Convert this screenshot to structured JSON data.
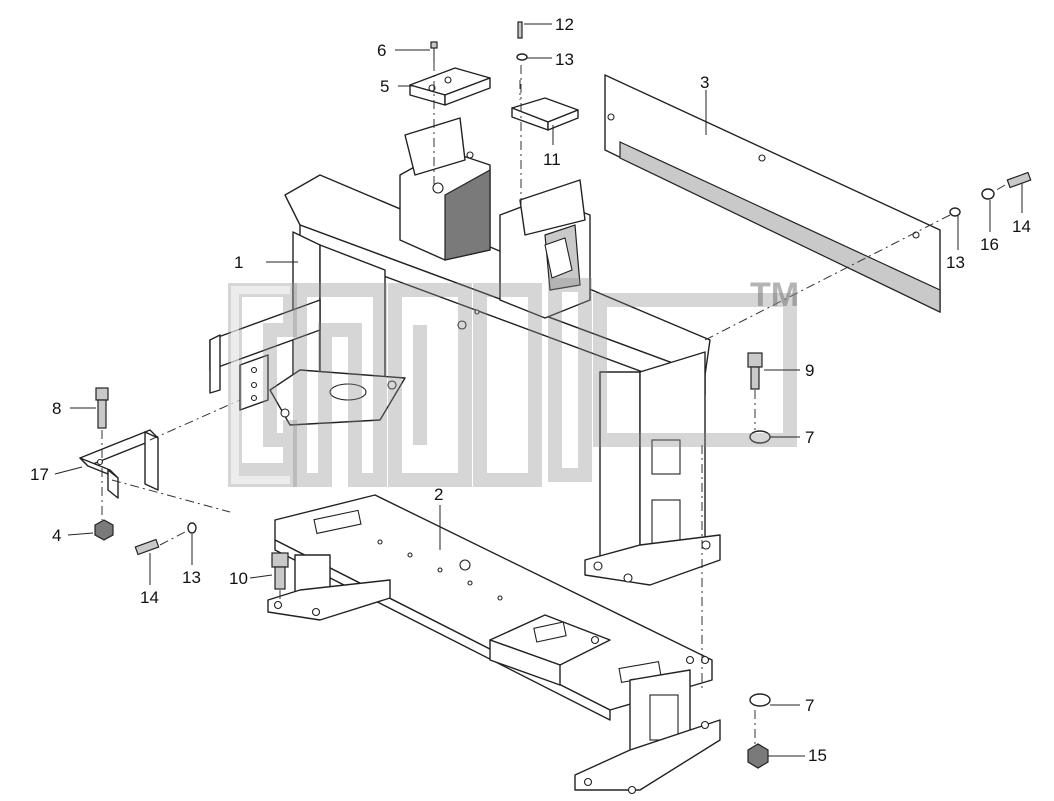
{
  "watermark": {
    "mark": "TM"
  },
  "callouts": [
    {
      "label": "1"
    },
    {
      "label": "2"
    },
    {
      "label": "3"
    },
    {
      "label": "4"
    },
    {
      "label": "5"
    },
    {
      "label": "6"
    },
    {
      "label": "7"
    },
    {
      "label": "7"
    },
    {
      "label": "8"
    },
    {
      "label": "9"
    },
    {
      "label": "10"
    },
    {
      "label": "11"
    },
    {
      "label": "12"
    },
    {
      "label": "13"
    },
    {
      "label": "13"
    },
    {
      "label": "13"
    },
    {
      "label": "14"
    },
    {
      "label": "14"
    },
    {
      "label": "15"
    },
    {
      "label": "16"
    },
    {
      "label": "17"
    }
  ]
}
